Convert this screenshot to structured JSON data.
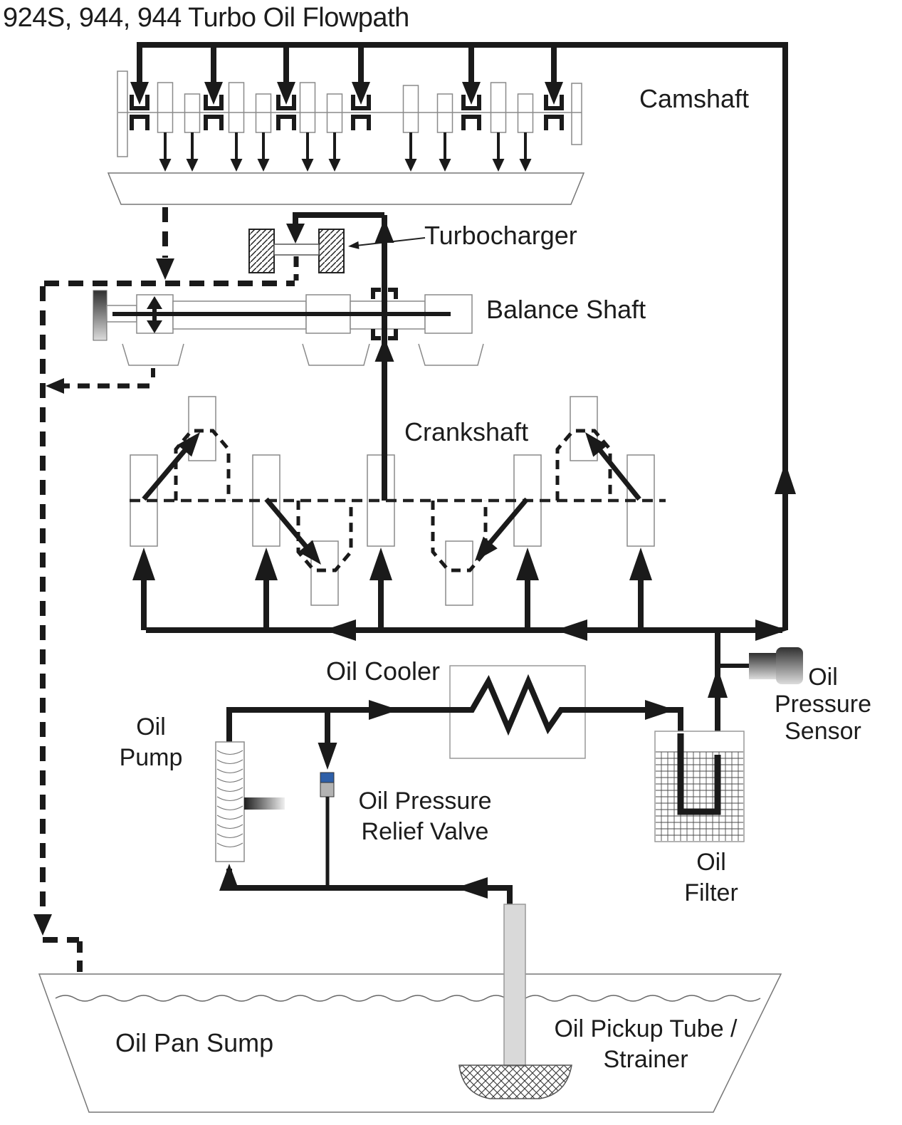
{
  "title": "924S, 944, 944 Turbo Oil Flowpath",
  "labels": {
    "camshaft": "Camshaft",
    "turbocharger": "Turbocharger",
    "balance_shaft": "Balance Shaft",
    "crankshaft": "Crankshaft",
    "oil_cooler": "Oil Cooler",
    "oil_pump_line1": "Oil",
    "oil_pump_line2": "Pump",
    "relief_line1": "Oil Pressure",
    "relief_line2": "Relief Valve",
    "sensor_line1": "Oil",
    "sensor_line2": "Pressure",
    "sensor_line3": "Sensor",
    "filter_line1": "Oil",
    "filter_line2": "Filter",
    "oil_pan_sump": "Oil Pan Sump",
    "pickup_line1": "Oil Pickup Tube /",
    "pickup_line2": "Strainer"
  },
  "colors": {
    "line": "#1a1a1a",
    "relief_valve_blue": "#2e5fa8",
    "relief_valve_gray": "#b3b3b3",
    "outline_gray": "#8a8a8a"
  }
}
